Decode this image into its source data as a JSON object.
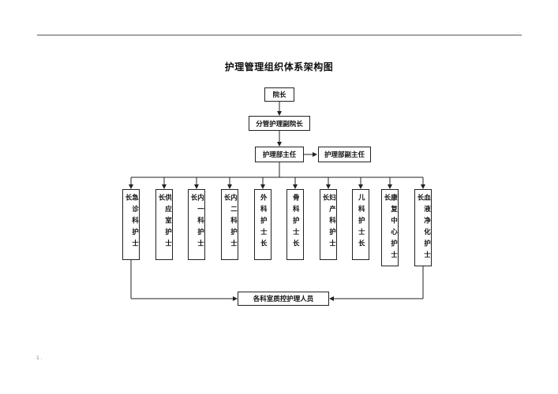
{
  "page": {
    "corner_top_right": ".",
    "corner_bottom_left": "1 ."
  },
  "title": "护理管理组织体系架构图",
  "nodes": {
    "dean": "院长",
    "vice_dean": "分管护理副院长",
    "director": "护理部主任",
    "deputy_director": "护理部副主任",
    "staff": "各科室质控护理人员"
  },
  "head_nurses": [
    "急诊科护士长",
    "供应室护士长",
    "内一科护士长",
    "内二科护士长",
    "外科护士长",
    "骨科护士长",
    "妇产科护士长",
    "儿科护士长",
    "康复中心护士长",
    "血液净化护士长"
  ]
}
